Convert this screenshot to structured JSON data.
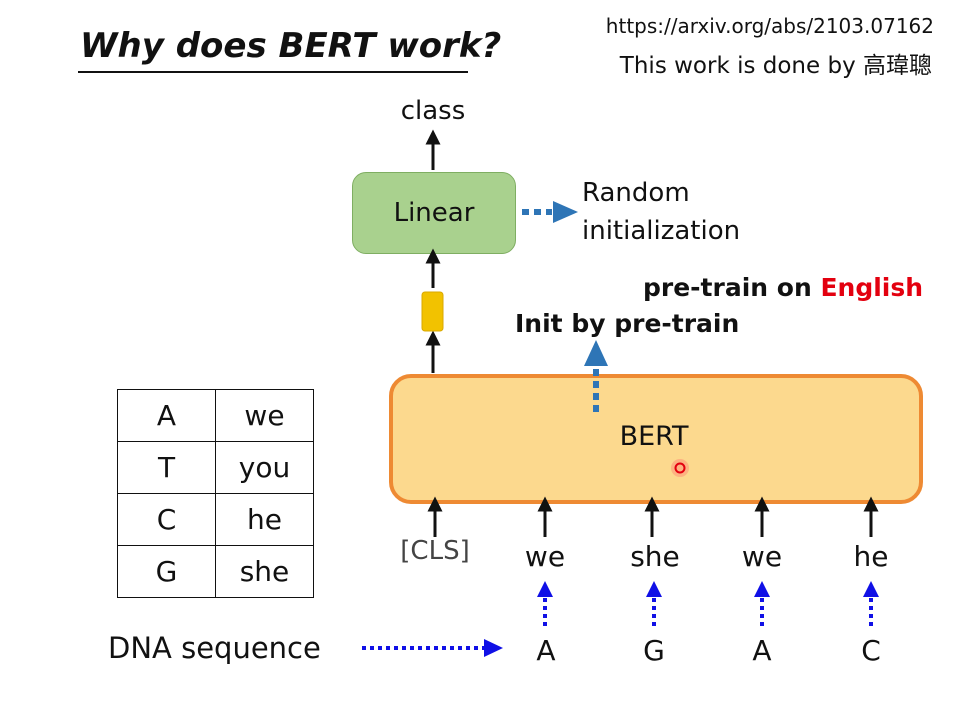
{
  "slide": {
    "title": "Why does BERT work?",
    "source_url": "https://arxiv.org/abs/2103.07162",
    "credit": "This work is done by 高瑋聰"
  },
  "diagram": {
    "output_label": "class",
    "linear_label": "Linear",
    "random_init_line1": "Random",
    "random_init_line2": "initialization",
    "pretrain_prefix": "pre-train on ",
    "pretrain_language": "English",
    "init_note": "Init by pre-train",
    "bert_label": "BERT",
    "input_tokens": [
      "[CLS]",
      "we",
      "she",
      "we",
      "he"
    ],
    "dna_bases": [
      "A",
      "G",
      "A",
      "C"
    ],
    "dna_label": "DNA sequence",
    "mapping_table": [
      [
        "A",
        "we"
      ],
      [
        "T",
        "you"
      ],
      [
        "C",
        "he"
      ],
      [
        "G",
        "she"
      ]
    ]
  },
  "colors": {
    "linear_fill": "#a9d18e",
    "bert_fill": "#fcd98e",
    "bert_border": "#ee8a33",
    "init_arrow": "#2e75b6",
    "dna_arrow": "#1010e6",
    "vector": "#f2c200",
    "highlight": "#e3000f"
  }
}
